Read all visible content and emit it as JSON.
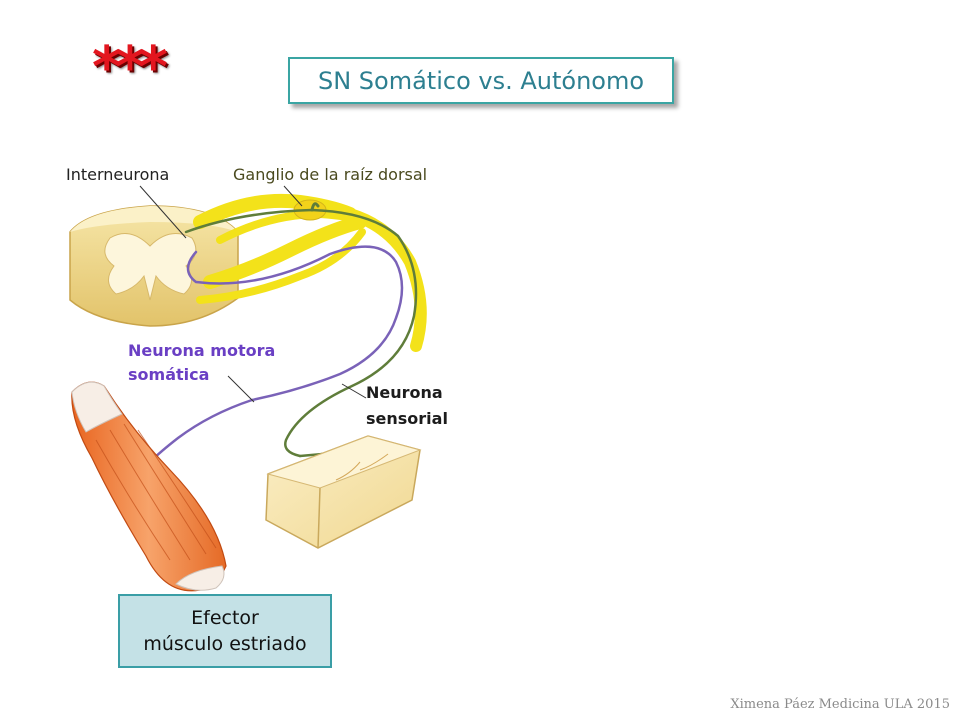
{
  "slide": {
    "stars": "***",
    "title": "SN Somático vs. Autónomo",
    "labels": {
      "interneuron": "Interneurona",
      "dorsal_ganglion": "Ganglio de la raíz dorsal",
      "motor_line1": "Neurona motora",
      "motor_line2": "somática",
      "sensory_line1": "Neurona",
      "sensory_line2": "sensorial"
    },
    "effector": {
      "line1": "Efector",
      "line2": "músculo estriado"
    },
    "credit": "Ximena Páez Medicina ULA 2015"
  },
  "colors": {
    "title_border": "#3aa5a3",
    "title_text": "#2d7f90",
    "stars": "#e3161f",
    "nerve_yellow": "#f3e21a",
    "motor_neuron": "#7a62b8",
    "sensory_neuron": "#5f7d3a",
    "muscle": "#f0883a",
    "effector_bg": "#c4e1e6"
  },
  "icons": [
    "spinal-cord-illustration",
    "muscle-illustration",
    "skin-block-illustration"
  ]
}
